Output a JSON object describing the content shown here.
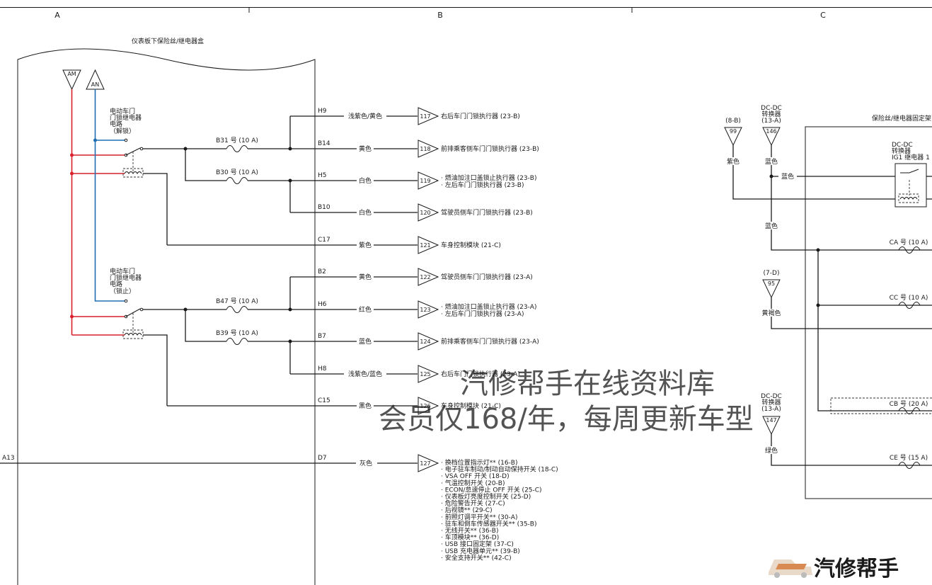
{
  "columns": [
    "A",
    "B",
    "C"
  ],
  "fuse_box_title": "仪表板下保险丝/继电器盒",
  "fuse_box_c_title": "保险丝/继电器固定架",
  "feeds": [
    {
      "label": "AM",
      "color": "#d9212c"
    },
    {
      "label": "AN",
      "color": "#1f6fb0"
    }
  ],
  "relays": [
    {
      "name": "relay-unlock",
      "label": [
        "电动车门",
        "门锁继电器",
        "电路",
        "（解锁）"
      ]
    },
    {
      "name": "relay-lock",
      "label": [
        "电动车门",
        "门锁继电器",
        "电路",
        "（锁止）"
      ]
    }
  ],
  "fuses_left": [
    {
      "label": "B31 号 (10 A)"
    },
    {
      "label": "B30 号 (10 A)"
    },
    {
      "label": "B47 号 (10 A)"
    },
    {
      "label": "B39 号 (10 A)"
    }
  ],
  "circuits": [
    {
      "pin": "H9",
      "color": "浅紫色/黄色",
      "num": "117",
      "dest": [
        "右后车门门锁执行器 (23-B)"
      ]
    },
    {
      "pin": "B14",
      "color": "黄色",
      "num": "118",
      "dest": [
        "前排乘客侧车门门锁执行器 (23-B)"
      ]
    },
    {
      "pin": "H5",
      "color": "白色",
      "num": "119",
      "dest": [
        "· 燃油加注口盖锁止执行器 (23-B)",
        "· 左后车门门锁执行器 (23-B)"
      ]
    },
    {
      "pin": "B10",
      "color": "白色",
      "num": "120",
      "dest": [
        "驾驶员侧车门门锁执行器 (23-B)"
      ]
    },
    {
      "pin": "C17",
      "color": "紫色",
      "num": "121",
      "dest": [
        "车身控制模块 (21-C)"
      ]
    },
    {
      "pin": "B2",
      "color": "黄色",
      "num": "122",
      "dest": [
        "驾驶员侧车门门锁执行器 (23-A)"
      ]
    },
    {
      "pin": "H6",
      "color": "红色",
      "num": "123",
      "dest": [
        "· 燃油加注口盖锁止执行器 (23-A)",
        "· 左后车门门锁执行器 (23-A)"
      ]
    },
    {
      "pin": "B7",
      "color": "蓝色",
      "num": "124",
      "dest": [
        "前排乘客侧车门门锁执行器 (23-A)"
      ]
    },
    {
      "pin": "H8",
      "color": "浅紫色/蓝色",
      "num": "125",
      "dest": [
        "右后车门门锁执行器 (23-A)"
      ]
    },
    {
      "pin": "C15",
      "color": "黑色",
      "num": "126",
      "dest": [
        "车身控制模块 (21-C)"
      ]
    }
  ],
  "ground_circuit": {
    "left_pin": "A13",
    "pin": "D7",
    "color": "灰色",
    "num": "127",
    "dest": [
      "· 换档位置指示灯** (16-B)",
      "· 电子驻车制动/制动自动保持开关 (18-C)",
      "· VSA OFF 开关 (18-D)",
      "· 气温控制开关 (20-B)",
      "· ECON/怠速停止 OFF 开关 (25-C)",
      "· 仪表板灯亮度控制开关 (25-D)",
      "· 危险警告开关 (27-C)",
      "· 后视镜** (29-C)",
      "· 前照灯调平开关** (30-A)",
      "· 驻车和倒车传感器开关** (35-B)",
      "· 无线开关** (36-B)",
      "· 车顶模块** (36-D)",
      "· USB 接口固定架 (37-C)",
      "· USB 充电器单元** (39-B)",
      "· 安全支持开关** (42-C)"
    ]
  },
  "section_c": {
    "connectors": [
      {
        "num": "99",
        "ref": "(8-B)",
        "wire": "紫色"
      },
      {
        "num": "146",
        "ref": "(13-A)",
        "head": [
          "DC-DC",
          "转换器"
        ],
        "wire": "蓝色"
      },
      {
        "num": "95",
        "ref": "(7-D)",
        "wire": "黄褐色"
      },
      {
        "num": "147",
        "ref": "(13-A)",
        "head": [
          "DC-DC",
          "转换器"
        ],
        "wire": "绿色"
      }
    ],
    "blue_branch": "蓝色",
    "blue_down": "蓝色",
    "relay_label": [
      "DC-DC",
      "转换器",
      "IG1 继电器 1"
    ],
    "fuses": [
      "CA 号 (10 A)",
      "CC 号 (10 A)",
      "CB 号 (20 A)",
      "CE 号 (15 A)"
    ]
  },
  "watermark": {
    "line1": "汽修帮手在线资料库",
    "line2": "会员仅168/年，每周更新车型"
  },
  "logo": "汽修帮手"
}
